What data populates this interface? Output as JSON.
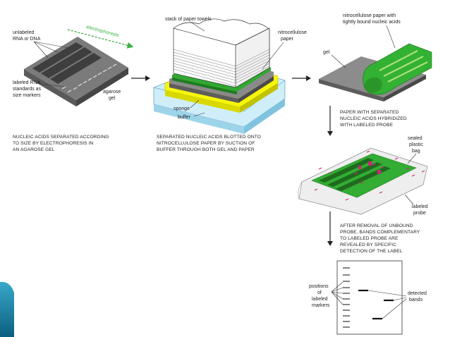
{
  "step1": {
    "label_unlabeled": [
      "unlabeled",
      "RNA or DNA"
    ],
    "label_electrophoresis": "electrophoresis",
    "label_standards": [
      "labeled RNA",
      "standards as",
      "size markers"
    ],
    "label_agarose": [
      "agarose",
      "gel"
    ],
    "caption": [
      "NUCLEIC ACIDS SEPARATED ACCORDING",
      "TO SIZE BY ELECTROPHORESIS IN",
      "AN AGAROSE GEL"
    ]
  },
  "step2": {
    "label_towels": "stack of paper towels",
    "label_nitro": [
      "nitrocellulose",
      "paper"
    ],
    "label_sponge": "sponge",
    "label_buffer": "buffer",
    "caption": [
      "SEPARATED NUCLEIC ACIDS BLOTTED ONTO",
      "NITROCELLULOSE PAPER BY SUCTION OF",
      "BUFFER THROUGH BOTH GEL AND PAPER"
    ]
  },
  "step3": {
    "label_paper": [
      "nitrocellulose paper with",
      "tightly bound nucleic acids"
    ],
    "label_gel": "gel"
  },
  "step4": {
    "caption": [
      "PAPER WITH SEPARATED",
      "NUCLEIC ACIDS HYBRIDIZED",
      "WITH LABELED PROBE"
    ],
    "label_bag": [
      "sealed",
      "plastic",
      "bag"
    ],
    "label_probe": [
      "labeled",
      "probe"
    ]
  },
  "step5": {
    "caption": [
      "AFTER REMOVAL OF UNBOUND",
      "PROBE, BANDS COMPLEMENTARY",
      "TO LABELED PROBE ARE",
      "REVEALED BY SPECIFIC",
      "DETECTION OF THE LABEL"
    ],
    "label_positions": [
      "positions",
      "of",
      "labeled",
      "markers"
    ],
    "label_detected": [
      "detected",
      "bands"
    ]
  },
  "colors": {
    "gel_top": "#7d7d7d",
    "gel_side": "#555555",
    "nitro_green": "#2fa82f",
    "sponge_yellow": "#f4f400",
    "buffer_blue": "#bfe6f5",
    "probe_magenta": "#d4237a",
    "accent_green": "#3cb043",
    "slide_teal": "#0f6f8f"
  }
}
